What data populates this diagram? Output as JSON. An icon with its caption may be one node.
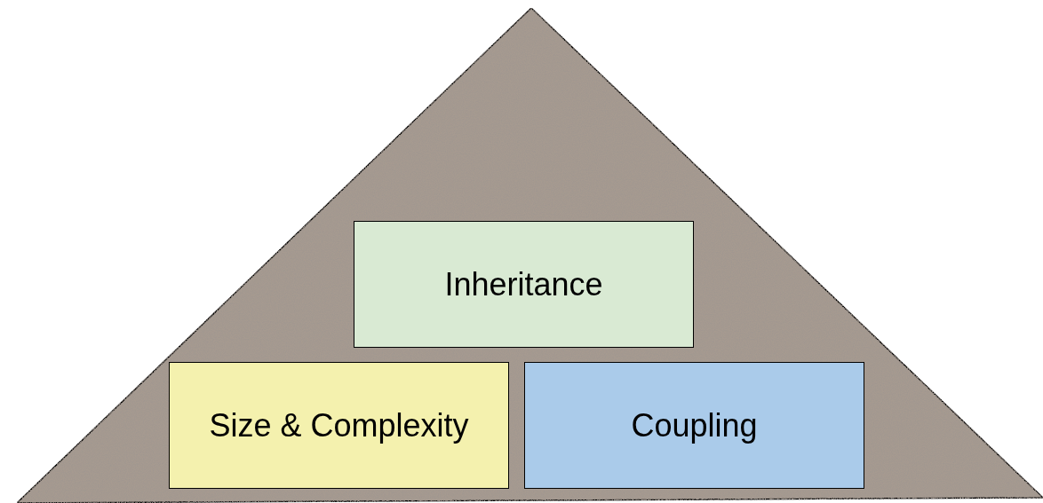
{
  "diagram": {
    "nodes": [
      {
        "text": [],
        "shape": "triangle"
      },
      {
        "text": [
          "Inheritance"
        ],
        "in": 0
      },
      {
        "text": [
          "Size & Complexity"
        ],
        "in": 0
      },
      {
        "text": [
          "Coupling"
        ],
        "in": 0
      }
    ]
  }
}
